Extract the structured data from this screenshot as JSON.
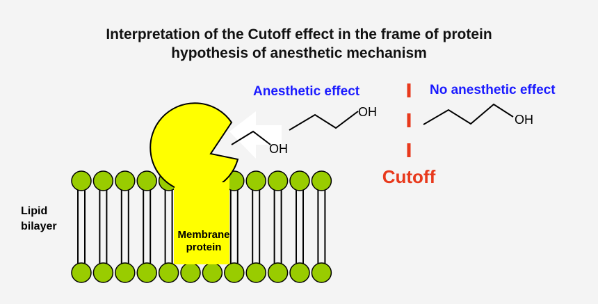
{
  "title": {
    "line1": "Interpretation of the Cutoff effect in the frame of protein",
    "line2": "hypothesis of anesthetic mechanism"
  },
  "labels": {
    "anesthetic_effect": "Anesthetic effect",
    "no_anesthetic_effect": "No anesthetic effect",
    "cutoff": "Cutoff",
    "lipid_line1": "Lipid",
    "lipid_line2": "bilayer",
    "protein_line1": "Membrane",
    "protein_line2": "protein",
    "oh_small": "OH",
    "oh_propanol": "OH",
    "oh_butanol": "OH"
  },
  "colors": {
    "anesthetic_text": "#1a1aff",
    "cutoff": "#e8391c",
    "protein_fill": "#ffff00",
    "lipid_head": "#99cc00",
    "background": "#f4f4f4"
  }
}
